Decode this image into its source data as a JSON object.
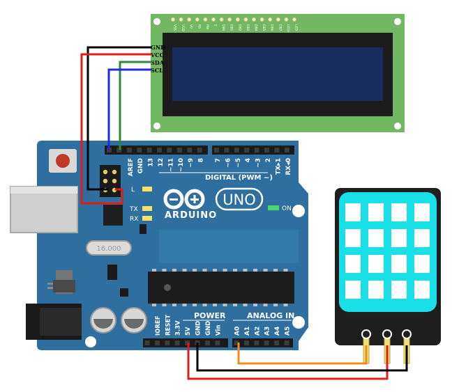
{
  "lcd": {
    "pin_labels": [
      "VSS",
      "VDD",
      "V0",
      "RS",
      "RW",
      "E",
      "DB0",
      "DB1",
      "DB2",
      "DB3",
      "DB4",
      "DB5",
      "DB6",
      "DB7",
      "LED+",
      "LED-"
    ],
    "i2c_labels": [
      "GND",
      "VCC",
      "SDA",
      "SCL"
    ]
  },
  "board": {
    "logo_text": "ARDUINO",
    "model": "UNO",
    "crystal": "16.000",
    "led_labels": {
      "l": "L",
      "tx": "TX",
      "rx": "RX",
      "on": "ON"
    },
    "digital_title": "DIGITAL (PWM ~)",
    "digital_pins": [
      "AREF",
      "GND",
      "13",
      "12",
      "~11",
      "~10",
      "~9",
      "8",
      "7",
      "~6",
      "~5",
      "4",
      "~3",
      "2",
      "TX▸1",
      "RX◂0"
    ],
    "power_title": "POWER",
    "power_pins": [
      "IOREF",
      "RESET",
      "3.3V",
      "5V",
      "GND",
      "GND",
      "Vin"
    ],
    "analog_title": "ANALOG IN",
    "analog_pins": [
      "A0",
      "A1",
      "A2",
      "A3",
      "A4",
      "A5"
    ]
  },
  "colors": {
    "board": "#2f6f9f",
    "board_dark": "#245a82",
    "lcd_pcb": "#72b862",
    "lcd_screen": "#1a2c5e",
    "sensor_body": "#1e1e1e",
    "sensor_face": "#19dfe6",
    "wire_black": "#000000",
    "wire_red": "#e21b1b",
    "wire_green": "#2e8b3a",
    "wire_blue": "#1a2ee0",
    "wire_orange": "#f28c1c"
  }
}
